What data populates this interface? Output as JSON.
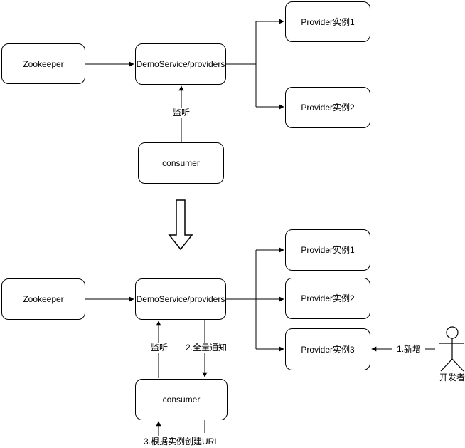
{
  "colors": {
    "stroke": "#000000",
    "node_fill": "#ffffff",
    "background": "#ffffff"
  },
  "top_flow": {
    "zookeeper": "Zookeeper",
    "registry_node": "DemoService/providers",
    "consumer": "consumer",
    "listen_label": "监听",
    "providers": [
      "Provider实例1",
      "Provider实例2"
    ]
  },
  "bottom_flow": {
    "zookeeper": "Zookeeper",
    "registry_node": "DemoService/providers",
    "consumer": "consumer",
    "listen_label": "监听",
    "notify_label": "2.全量通知",
    "create_url_label": "3.根据实例创建URL",
    "add_label": "1.新增",
    "developer_label": "开发者",
    "providers": [
      "Provider实例1",
      "Provider实例2",
      "Provider实例3"
    ]
  }
}
